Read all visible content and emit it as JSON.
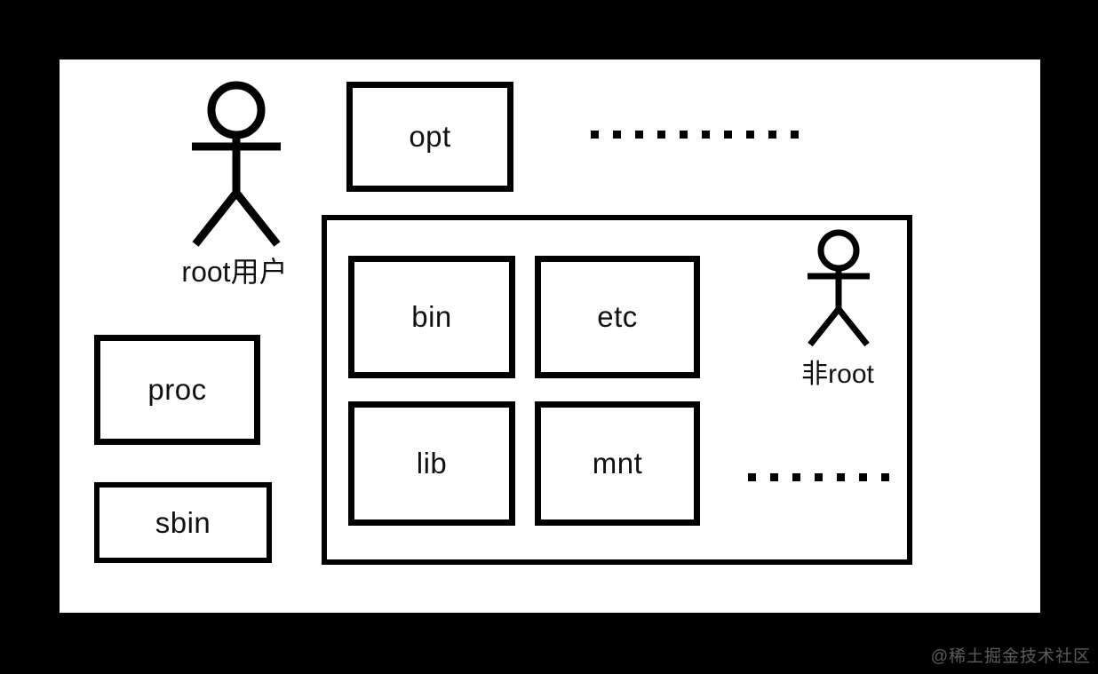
{
  "diagram": {
    "title": "Linux filesystem directories and user roles",
    "background_color": "#000000",
    "canvas_color": "#ffffff",
    "stroke_color": "#000000",
    "text_color": "#111111"
  },
  "actors": [
    {
      "id": "root-user",
      "label": "root用户",
      "icon": "stick-figure-icon"
    },
    {
      "id": "non-root-user",
      "label": "非root",
      "icon": "stick-figure-icon"
    }
  ],
  "outer_boxes": [
    {
      "id": "opt",
      "label": "opt"
    },
    {
      "id": "proc",
      "label": "proc"
    },
    {
      "id": "sbin",
      "label": "sbin"
    }
  ],
  "inner_container": {
    "id": "restricted-area",
    "boxes": [
      {
        "id": "bin",
        "label": "bin"
      },
      {
        "id": "etc",
        "label": "etc"
      },
      {
        "id": "lib",
        "label": "lib"
      },
      {
        "id": "mnt",
        "label": "mnt"
      }
    ]
  },
  "dot_rows": [
    {
      "id": "dots-top",
      "count": 10
    },
    {
      "id": "dots-bottom",
      "count": 7
    }
  ],
  "watermark": {
    "text": "@稀土掘金技术社区"
  }
}
